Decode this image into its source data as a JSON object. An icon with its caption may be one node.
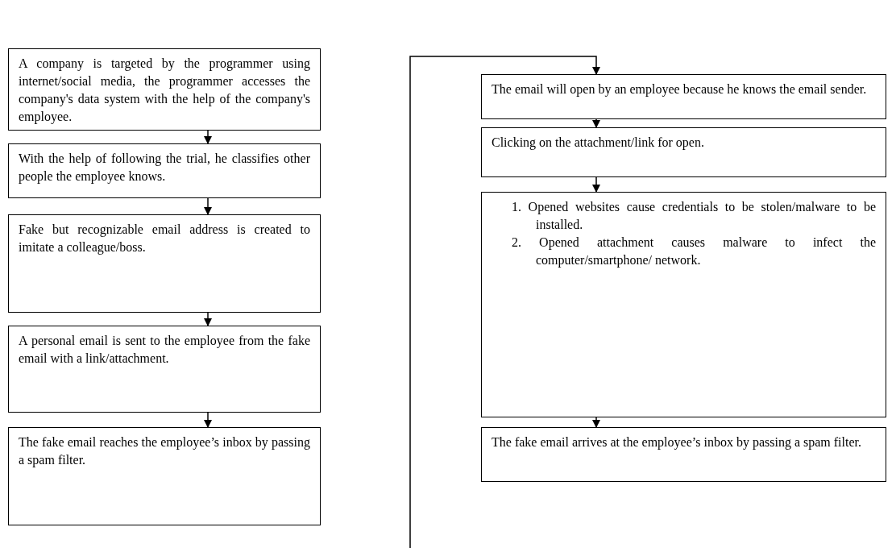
{
  "diagram": {
    "nodes": [
      {
        "text": [
          "A company is targeted by the programmer using internet/social media, the programmer accesses the company's data system with the help of the company's employee."
        ]
      },
      {
        "text": [
          "With the help of following the trial, he classifies other people the employee knows."
        ]
      },
      {
        "text": [
          "Fake but recognizable email address is created to imitate a colleague/boss."
        ]
      },
      {
        "text": [
          "A personal email is sent to the employee from the fake email with a link/attachment."
        ]
      },
      {
        "text": [
          "The fake email reaches the employee’s inbox by passing a spam filter."
        ]
      },
      {
        "text": [
          "The email will open by an employee because he knows the email sender."
        ]
      },
      {
        "text": [
          "Clicking on the attachment/link for open."
        ]
      },
      {
        "text": [
          "1. Opened websites cause credentials to be stolen/malware to be installed.",
          "2. Opened attachment causes malware to infect the computer/smartphone/ network."
        ]
      },
      {
        "text": [
          "The fake email arrives at the employee’s inbox by passing a spam filter."
        ]
      }
    ],
    "edges": [
      {
        "from": 0,
        "to": 1,
        "arrow": "to"
      },
      {
        "from": 1,
        "to": 2,
        "arrow": "to"
      },
      {
        "from": 2,
        "to": 3,
        "arrow": "to"
      },
      {
        "from": 3,
        "to": 4,
        "arrow": "to"
      },
      {
        "from": null,
        "to": 5,
        "arrow": "to"
      },
      {
        "from": 5,
        "to": 6,
        "arrow": "to"
      },
      {
        "from": 6,
        "to": 7,
        "arrow": "to"
      },
      {
        "from": 7,
        "to": 8,
        "arrow": "to"
      }
    ]
  }
}
